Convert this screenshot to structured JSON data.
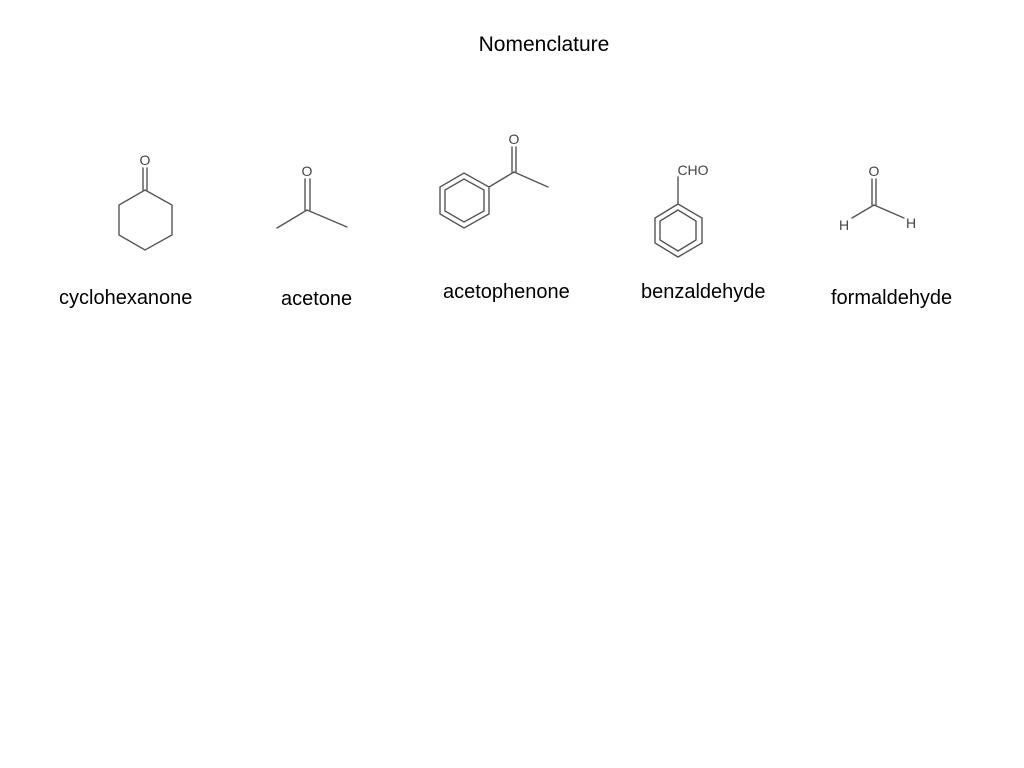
{
  "slide": {
    "title": "Nomenclature"
  },
  "compounds": [
    {
      "name": "cyclohexanone",
      "atoms": [
        "O"
      ]
    },
    {
      "name": "acetone",
      "atoms": [
        "O"
      ]
    },
    {
      "name": "acetophenone",
      "atoms": [
        "O"
      ]
    },
    {
      "name": "benzaldehyde",
      "atoms": [
        "CHO"
      ]
    },
    {
      "name": "formaldehyde",
      "atoms": [
        "O",
        "H",
        "H"
      ]
    }
  ]
}
